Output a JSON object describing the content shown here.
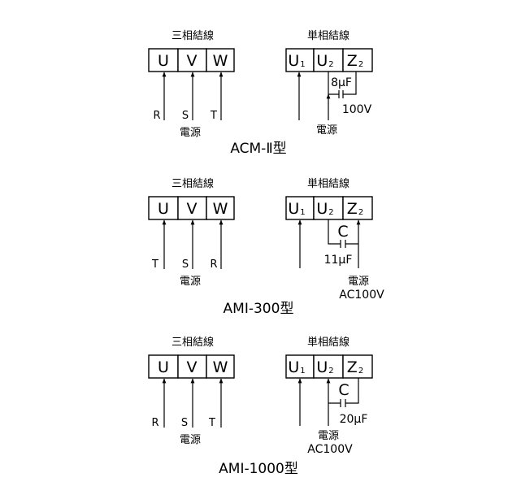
{
  "colors": {
    "line": "#000000",
    "background": "#ffffff"
  },
  "labels": {
    "three_phase": "三相結線",
    "single_phase": "単相結線",
    "power": "電源"
  },
  "three_phase_terminals": [
    "U",
    "V",
    "W"
  ],
  "single_phase_terminals": [
    {
      "main": "U",
      "sub": "1"
    },
    {
      "main": "U",
      "sub": "2"
    },
    {
      "main": "Z",
      "sub": "2"
    }
  ],
  "models": [
    {
      "name": "ACM-Ⅱ型",
      "three_phase_leads": [
        "R",
        "S",
        "T"
      ],
      "capacitor_letter": "",
      "capacitor_value": "8μF",
      "supply_voltage": "100V"
    },
    {
      "name": "AMI-300型",
      "three_phase_leads": [
        "T",
        "S",
        "R"
      ],
      "capacitor_letter": "C",
      "capacitor_value": "11μF",
      "supply_voltage": "AC100V"
    },
    {
      "name": "AMI-1000型",
      "three_phase_leads": [
        "R",
        "S",
        "T"
      ],
      "capacitor_letter": "C",
      "capacitor_value": "20μF",
      "supply_voltage": "AC100V"
    }
  ]
}
